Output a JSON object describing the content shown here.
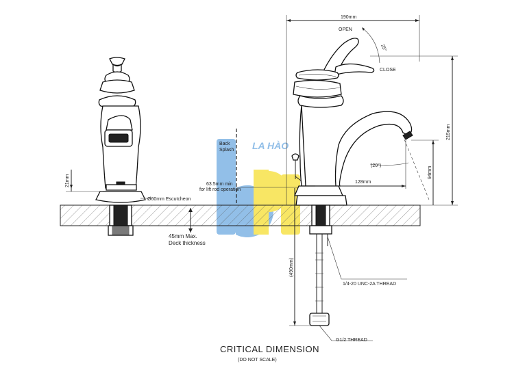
{
  "title": "CRITICAL DIMENSION",
  "note": "(DO NOT SCALE)",
  "watermark": {
    "text": "LA HÀO",
    "blue": "#7fb4e4",
    "yellow": "#f7e24a"
  },
  "dimensions": {
    "width_190": "190mm",
    "open": "OPEN",
    "close": "CLOSE",
    "angle_25": "25°",
    "height_215": "215mm",
    "reach_128": "128mm",
    "angle_20": "(20°)",
    "spout_94": "94mm",
    "base_21": "21mm",
    "escutcheon": "Ø60mm Escutcheon",
    "back_splash_1": "Back",
    "back_splash_2": "Splash",
    "liftrod_1": "63.5mm min",
    "liftrod_2": "for lift rod operation",
    "deck_1": "45mm  Max.",
    "deck_2": "Deck thickness",
    "hose_490": "(490mm)",
    "thread_1": "1/4-20 UNC-2A THREAD",
    "thread_2": "G1/2 THREAD"
  }
}
